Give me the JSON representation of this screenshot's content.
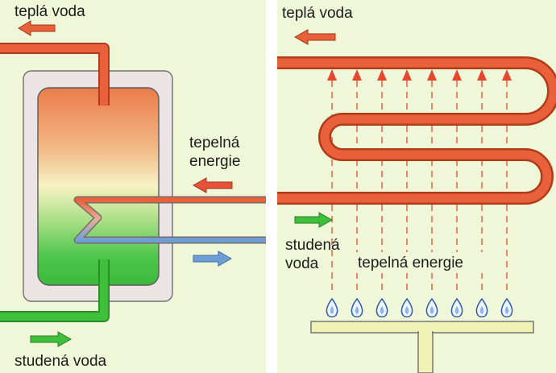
{
  "left_panel": {
    "hot_water_label": "teplá voda",
    "heat_energy_line1": "tepelná",
    "heat_energy_line2": "energie",
    "cold_water_label": "studená voda"
  },
  "right_panel": {
    "hot_water_label": "teplá voda",
    "cold_water_line1": "studená",
    "cold_water_line2": "voda",
    "heat_energy_label": "tepelná energie"
  },
  "colors": {
    "panel_bg": "#f0f7d8",
    "hot": "#e8613a",
    "pipe_edge": "#b03a1a",
    "cold": "#3fbf3a",
    "blue": "#6d9fd6",
    "tank_frame": "#ece4e4",
    "burner": "#f0f1b4"
  },
  "icons": {
    "arrow": "arrow-icon",
    "flame": "flame-icon"
  }
}
